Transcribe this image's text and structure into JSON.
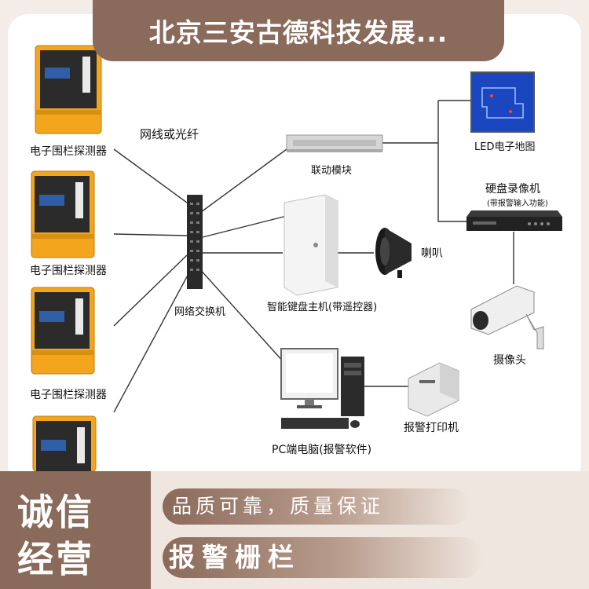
{
  "header": {
    "title": "北京三安古德科技发展..."
  },
  "devices": {
    "detector_label": "电子围栏探测器",
    "cable_label": "网线或光纤",
    "switch_label": "网络交换机",
    "linkage_label": "联动模块",
    "keyboard_host_label": "智能键盘主机(带遥控器)",
    "speaker_label": "喇叭",
    "pc_label": "PC端电脑(报警软件)",
    "printer_label": "报警打印机",
    "map_label": "LED电子地图",
    "dvr_label": "硬盘录像机",
    "dvr_sublabel": "(带报警输入功能)",
    "camera_label": "摄像头"
  },
  "footer": {
    "brand_line1": "诚信",
    "brand_line2": "经营",
    "slogan": "品质可靠，质量保证",
    "product": "报警栅栏"
  },
  "colors": {
    "accent": "#8a6a5a",
    "device_yellow": "#f0a31c",
    "screen_blue": "#1d4bc4"
  }
}
